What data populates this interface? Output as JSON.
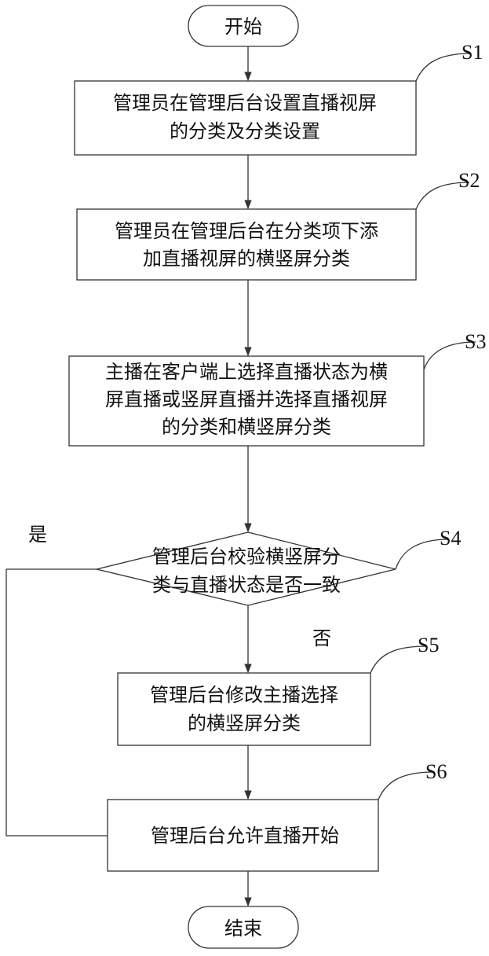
{
  "flowchart": {
    "start": "开始",
    "end": "结束",
    "steps": {
      "s1": {
        "label": "S1",
        "lines": [
          "管理员在管理后台设置直播视屏",
          "的分类及分类设置"
        ]
      },
      "s2": {
        "label": "S2",
        "lines": [
          "管理员在管理后台在分类项下添",
          "加直播视屏的横竖屏分类"
        ]
      },
      "s3": {
        "label": "S3",
        "lines": [
          "主播在客户端上选择直播状态为横",
          "屏直播或竖屏直播并选择直播视屏",
          "的分类和横竖屏分类"
        ]
      },
      "s4": {
        "label": "S4",
        "lines": [
          "管理后台校验横竖屏分",
          "类与直播状态是否一致"
        ]
      },
      "s5": {
        "label": "S5",
        "lines": [
          "管理后台修改主播选择",
          "的横竖屏分类"
        ]
      },
      "s6": {
        "label": "S6",
        "lines": [
          "管理后台允许直播开始"
        ]
      }
    },
    "branches": {
      "yes": "是",
      "no": "否"
    }
  }
}
